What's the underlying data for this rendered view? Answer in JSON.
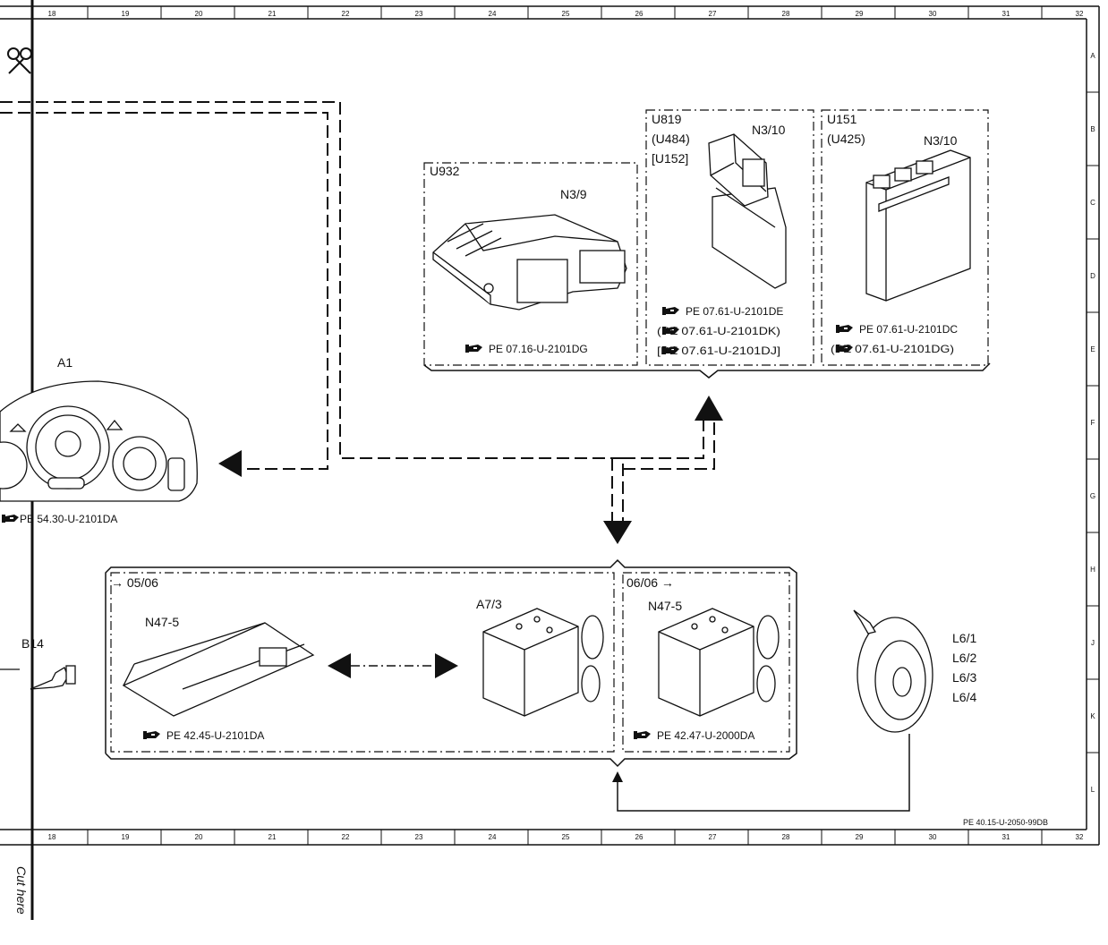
{
  "frame": {
    "column_labels": [
      "18",
      "19",
      "20",
      "21",
      "22",
      "23",
      "24",
      "25",
      "26",
      "27",
      "28",
      "29",
      "30",
      "31",
      "32"
    ],
    "row_labels": [
      "A",
      "B",
      "C",
      "D",
      "E",
      "F",
      "G",
      "H",
      "J",
      "K",
      "L"
    ]
  },
  "cut_label": "Cut here",
  "sheet_ref": "PE 40.15-U-2050-99DB",
  "components": {
    "a1": {
      "id": "A1",
      "ref": "PE 54.30-U-2101DA"
    },
    "u932": {
      "code": "U932",
      "id": "N3/9",
      "ref": "PE 07.16-U-2101DG"
    },
    "u819": {
      "code": "U819",
      "code2": "(U484)",
      "code3": "[U152]",
      "id": "N3/10",
      "ref1": "PE 07.61-U-2101DE",
      "ref2": "(PE 07.61-U-2101DK)",
      "ref3": "[PE 07.61-U-2101DJ]"
    },
    "u151": {
      "code": "U151",
      "code2": "(U425)",
      "id": "N3/10",
      "ref1": "PE 07.61-U-2101DC",
      "ref2": "(PE 07.61-U-2101DG)"
    },
    "b14": {
      "id": "B14"
    },
    "group_0506": {
      "label": "→ 05/06"
    },
    "n47_5_left": {
      "id": "N47-5",
      "ref": "PE 42.45-U-2101DA"
    },
    "a7_3": {
      "id": "A7/3"
    },
    "group_0606": {
      "label": "06/06 →"
    },
    "n47_5_right": {
      "id": "N47-5",
      "ref": "PE 42.47-U-2000DA"
    },
    "wheel": {
      "l1": "L6/1",
      "l2": "L6/2",
      "l3": "L6/3",
      "l4": "L6/4"
    }
  },
  "icons": {
    "scissors": "scissors-icon",
    "reference": "reference-pointer-icon"
  },
  "colors": {
    "ink": "#111111",
    "fill": "#ffffff"
  }
}
